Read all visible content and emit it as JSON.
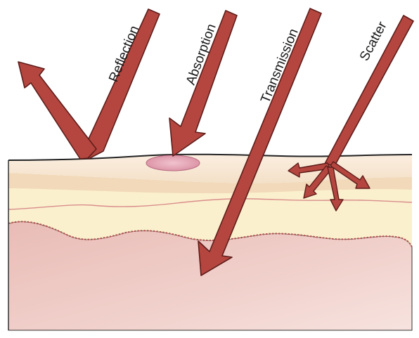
{
  "diagram": {
    "labels": {
      "reflection": "Reflection",
      "absorption": "Absorption",
      "transmission": "Transmission",
      "scatter": "Scatter"
    },
    "colors": {
      "arrow_fill": "#b5463f",
      "arrow_stroke": "#5e1d1a",
      "epidermis_top": "#f6e6d3",
      "epidermis_band": "#f1d8b8",
      "yellow_layer": "#fbf2cf",
      "dermis": "#eec9c4",
      "absorption_spot": "#e7a8b8"
    }
  }
}
